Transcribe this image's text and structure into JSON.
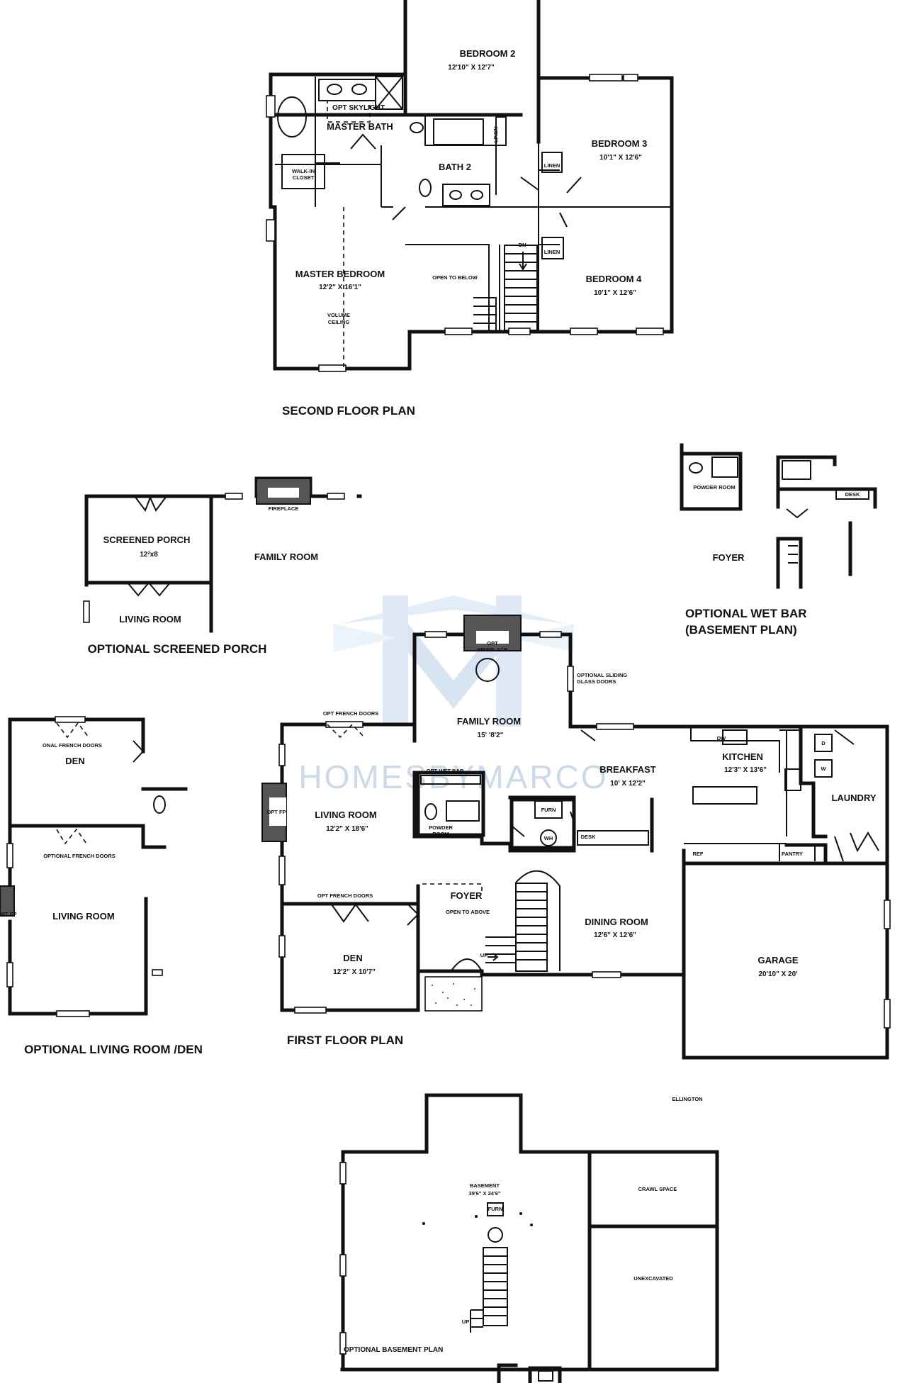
{
  "second_floor": {
    "bedroom2": {
      "name": "BEDROOM 2",
      "dim": "12'10\" X 12'7\""
    },
    "bedroom3": {
      "name": "BEDROOM 3",
      "dim": "10'1\" X 12'6\""
    },
    "bedroom4": {
      "name": "BEDROOM 4",
      "dim": "10'1\" X 12'6\""
    },
    "master_bath": "MASTER BATH",
    "opt_skylight": "OPT SKYLIGHT",
    "walk_in_closet": [
      "WALK-IN",
      "CLOSET"
    ],
    "bath2": "BATH 2",
    "linen": "LINEN",
    "master_bedroom": {
      "name": "MASTER BEDROOM",
      "dim": "12'2\" X 16'1\"",
      "note": [
        "VOLUME",
        "CEILING"
      ]
    },
    "open_to_below": "OPEN TO BELOW",
    "dn": "DN",
    "title": "SECOND FLOOR PLAN"
  },
  "screened_porch": {
    "fireplace": "FIREPLACE",
    "porch": {
      "name": "SCREENED PORCH",
      "dim": "12²x8"
    },
    "family_room": "FAMILY ROOM",
    "living_room": "LIVING ROOM",
    "title": "OPTIONAL SCREENED PORCH"
  },
  "wet_bar": {
    "powder_room": "POWDER ROOM",
    "desk": "DESK",
    "foyer": "FOYER",
    "title": [
      "OPTIONAL WET BAR",
      "(BASEMENT PLAN)"
    ]
  },
  "optional_living_den": {
    "french_doors_top": "ONAL FRENCH DOORS",
    "den": "DEN",
    "french_doors_mid": "OPTIONAL FRENCH DOORS",
    "opt_fp": "OPT FP",
    "living_room": "LIVING ROOM",
    "title": "OPTIONAL LIVING ROOM /DEN"
  },
  "first_floor": {
    "opt_fireplace": [
      "OPT",
      "FIREPLACE"
    ],
    "optional_sliding": [
      "OPTIONAL SLIDING",
      "GLASS DOORS"
    ],
    "opt_french_doors": "OPT FRENCH DOORS",
    "family_room": {
      "name": "FAMILY ROOM",
      "dim": "15'   '8'2\""
    },
    "opt_wet_bar": "OPT WET BAR",
    "breakfast": {
      "name": "BREAKFAST",
      "dim": "10'   X 12'2\""
    },
    "kitchen": {
      "name": "KITCHEN",
      "dim": "12'3\" X 13'6\""
    },
    "dw": "DW",
    "d": "D",
    "w": "W",
    "laundry": "LAUNDRY",
    "opt_fp": "OPT FP",
    "living_room": {
      "name": "LIVING ROOM",
      "dim": "12'2\" X 18'6\""
    },
    "powder_room": [
      "POWDER",
      "ROOM"
    ],
    "furn": "FURN",
    "wh": "WH",
    "desk": "DESK",
    "ref": "REF",
    "pantry": "PANTRY",
    "opt_french_doors_den": "OPT FRENCH DOORS",
    "foyer": {
      "name": "FOYER",
      "note": "OPEN TO ABOVE"
    },
    "up": "UP",
    "dining_room": {
      "name": "DINING ROOM",
      "dim": "12'6\" X 12'6\""
    },
    "garage": {
      "name": "GARAGE",
      "dim": "20'10\" X 20'"
    },
    "den": {
      "name": "DEN",
      "dim": "12'2\" X 10'7\""
    },
    "title": "FIRST FLOOR PLAN"
  },
  "model_name": "ELLINGTON",
  "basement": {
    "basement": {
      "name": "BASEMENT",
      "dim": "39'6\" X 24'6\""
    },
    "furn": "FURN",
    "crawl_space": "CRAWL SPACE",
    "unexcavated": "UNEXCAVATED",
    "up": "UP",
    "title": "OPTIONAL BASEMENT PLAN"
  },
  "watermark": {
    "text": "HOMESBYMARCO",
    "color": "#6f93c2"
  }
}
